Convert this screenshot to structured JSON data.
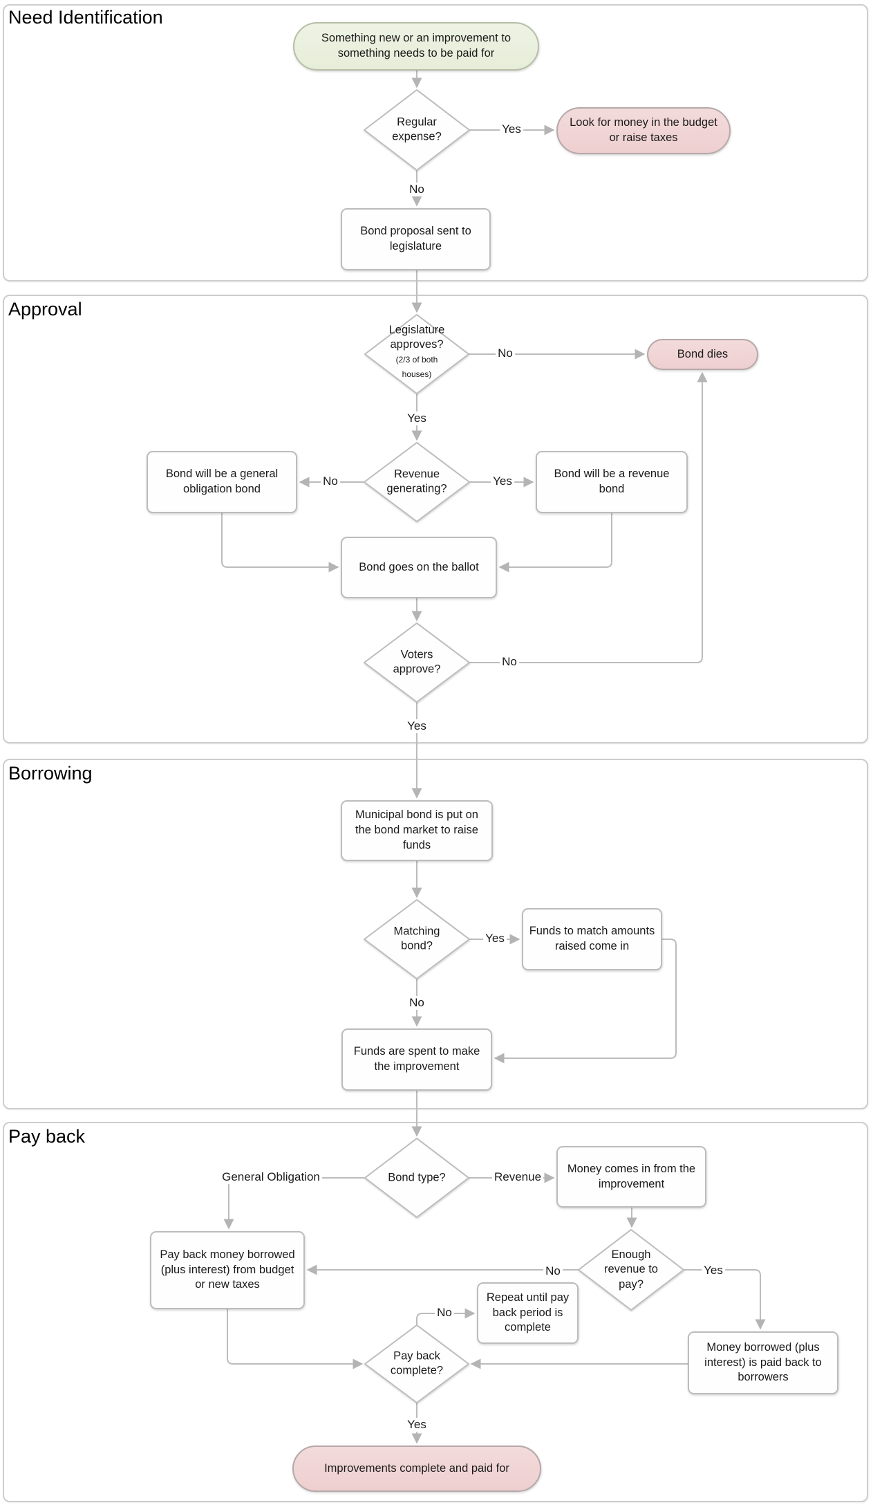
{
  "title": "Municipal bond life cycle flowchart",
  "colors": {
    "connector_line": "#bcbcbc",
    "shape_border": "#bcbcbc",
    "lane_border": "#cdcdcd",
    "start_fill_green": "#eaf0dc",
    "terminal_fill_pink": "#f1d5d5",
    "process_fill": "#fefefe",
    "text": "#1a1a1a"
  },
  "lanes": [
    {
      "title": "Need Identification"
    },
    {
      "title": "Approval"
    },
    {
      "title": "Borrowing"
    },
    {
      "title": "Pay back"
    }
  ],
  "nodes": {
    "start": {
      "type": "terminal-green",
      "text": "Something new or an improvement to something needs to be paid for"
    },
    "regular_expense": {
      "type": "decision",
      "text": "Regular expense?"
    },
    "look_for_money": {
      "type": "terminal-pink",
      "text": "Look for money in the budget or raise taxes"
    },
    "bond_proposal": {
      "type": "process",
      "text": "Bond proposal sent to legislature"
    },
    "legislature_approves": {
      "type": "decision",
      "text": "Legislature approves?",
      "subtext": "(2/3 of both houses)"
    },
    "bond_dies": {
      "type": "terminal-pink",
      "text": "Bond dies"
    },
    "revenue_generating": {
      "type": "decision",
      "text": "Revenue generating?"
    },
    "general_obligation_bond": {
      "type": "process",
      "text": "Bond will be a general obligation bond"
    },
    "revenue_bond": {
      "type": "process",
      "text": "Bond will be a revenue bond"
    },
    "bond_ballot": {
      "type": "process",
      "text": "Bond goes on the ballot"
    },
    "voters_approve": {
      "type": "decision",
      "text": "Voters approve?"
    },
    "municipal_bond_market": {
      "type": "process",
      "text": "Municipal bond is put on the bond market to raise funds"
    },
    "matching_bond": {
      "type": "decision",
      "text": "Matching bond?"
    },
    "funds_match": {
      "type": "process",
      "text": "Funds to match amounts raised come in"
    },
    "funds_spent": {
      "type": "process",
      "text": "Funds are spent to make the improvement"
    },
    "bond_type": {
      "type": "decision",
      "text": "Bond type?"
    },
    "money_comes_in": {
      "type": "process",
      "text": "Money comes in from the improvement"
    },
    "pay_back_money": {
      "type": "process",
      "text": "Pay back money borrowed (plus interest) from budget or new taxes"
    },
    "enough_revenue": {
      "type": "decision",
      "text": "Enough revenue to pay?"
    },
    "repeat_until": {
      "type": "process",
      "text": "Repeat until pay back period is complete"
    },
    "money_paid_back": {
      "type": "process",
      "text": "Money borrowed (plus interest) is paid back to borrowers"
    },
    "pay_back_complete": {
      "type": "decision",
      "text": "Pay back complete?"
    },
    "improvements_complete": {
      "type": "terminal-pink",
      "text": "Improvements complete and paid for"
    }
  },
  "edge_labels": {
    "regular_yes": "Yes",
    "regular_no": "No",
    "legislature_no": "No",
    "legislature_yes": "Yes",
    "revenue_gen_no": "No",
    "revenue_gen_yes": "Yes",
    "voters_no": "No",
    "voters_yes": "Yes",
    "matching_yes": "Yes",
    "matching_no": "No",
    "bond_type_general": "General Obligation",
    "bond_type_revenue": "Revenue",
    "enough_no": "No",
    "enough_yes": "Yes",
    "payback_no": "No",
    "payback_yes": "Yes"
  }
}
